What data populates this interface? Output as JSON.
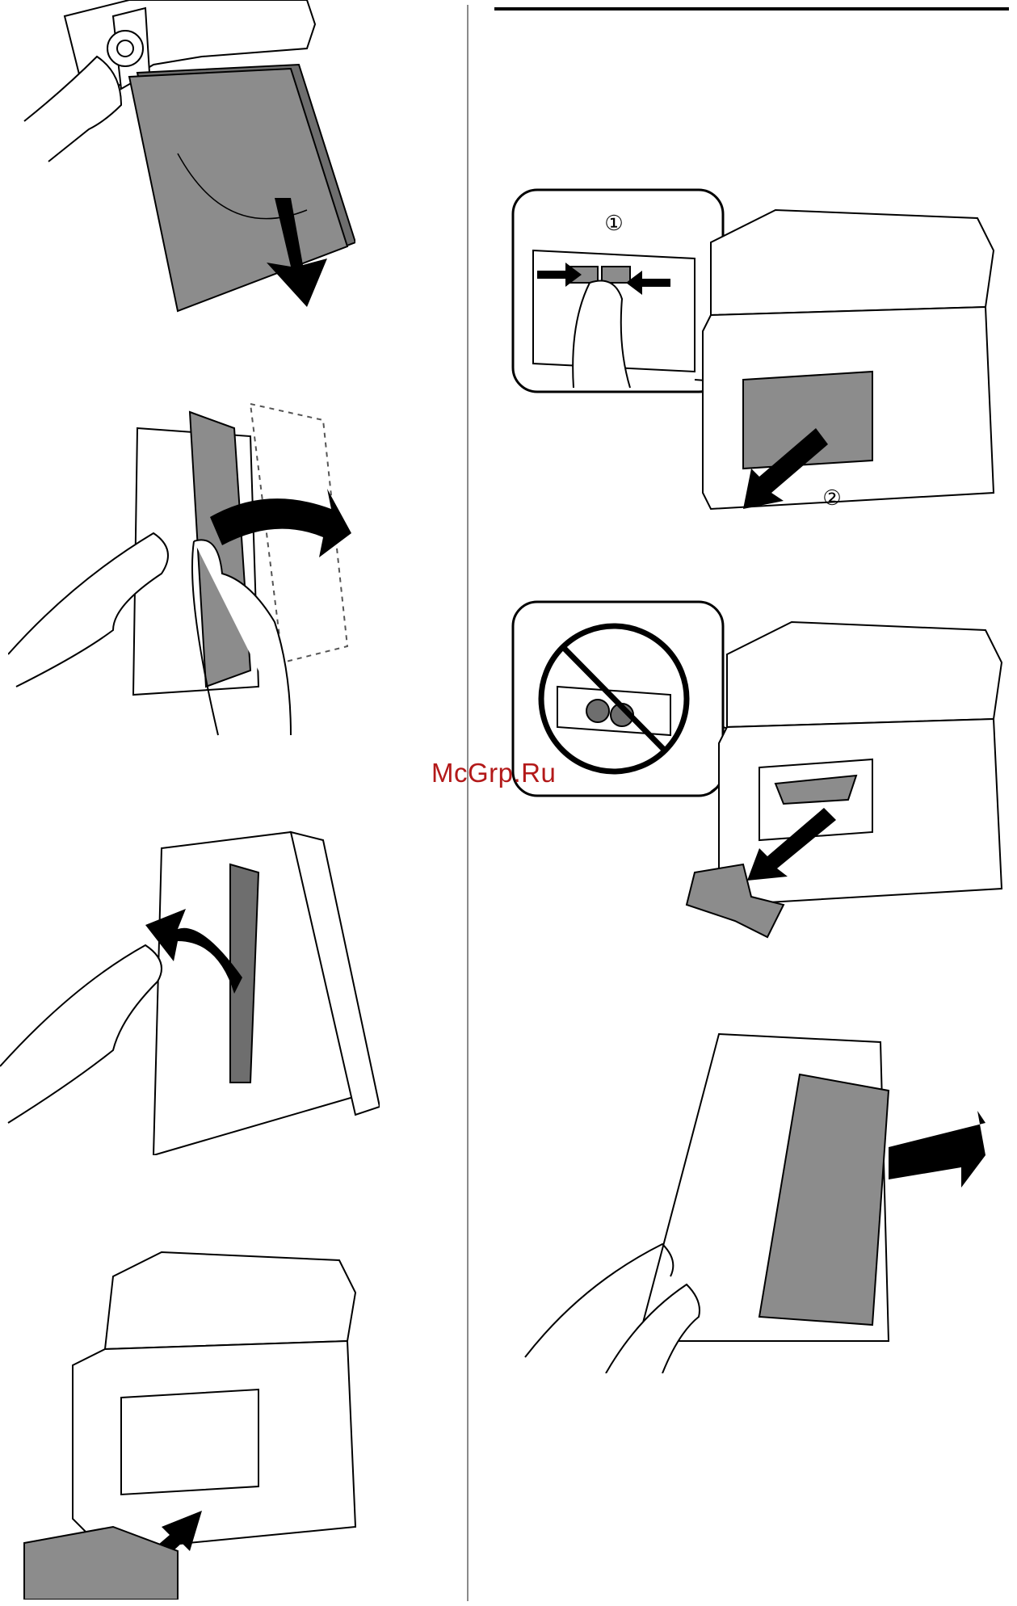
{
  "page": {
    "watermark": "McGrp.Ru"
  },
  "figures": [
    {
      "id": "fig-remove-duplex-paper",
      "icon": "hand-removing-paper"
    },
    {
      "id": "fig-open-duplex-cover",
      "icon": "hand-opening-cover"
    },
    {
      "id": "fig-pull-jammed-paper-duplex",
      "icon": "hand-pulling-paper"
    },
    {
      "id": "fig-reinsert-duplex-unit",
      "icon": "printer-insert-unit"
    },
    {
      "id": "fig-remove-rear-unit",
      "icon": "printer-rear-unit-removal",
      "callouts": [
        "①",
        "②"
      ]
    },
    {
      "id": "fig-remove-jam-rear",
      "icon": "printer-no-touch-rollers"
    },
    {
      "id": "fig-open-rear-cover",
      "icon": "hand-opening-rear-cover"
    }
  ],
  "colors": {
    "line": "#000000",
    "paper_gray": "#8c8c8c",
    "dark_gray": "#6e6e6e",
    "arrow": "#000000",
    "watermark": "#b31919",
    "divider": "#8a8a8a"
  }
}
